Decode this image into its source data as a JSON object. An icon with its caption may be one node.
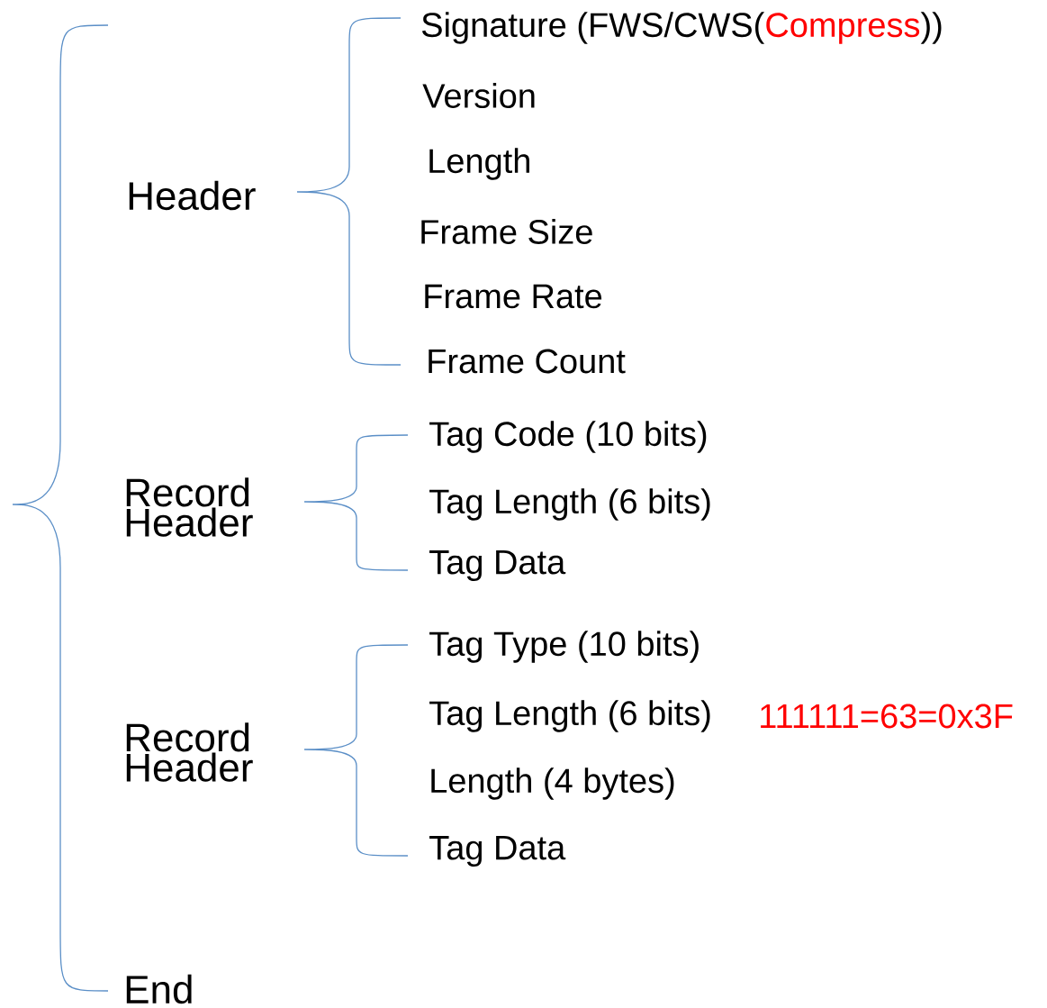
{
  "diagram": {
    "labels": [
      "Header",
      "Signature (FWS/CWS(",
      "Compress",
      "))",
      "Version",
      "Length",
      "Frame Size",
      "Frame Rate",
      "Frame Count",
      "Record Header",
      "Tag Code (10 bits)",
      "Tag Length (6 bits)",
      "Tag Data",
      "Record Header",
      "Tag Type (10 bits)",
      "Tag Length (6 bits)",
      "111111=63=0x3F",
      "Length (4 bytes)",
      "Tag Data",
      "End"
    ]
  }
}
